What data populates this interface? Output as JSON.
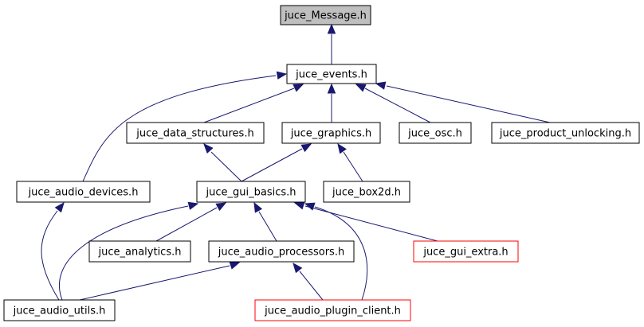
{
  "colors": {
    "edge": "#191970",
    "default_border": "#000000",
    "highlight_border": "#ff0000",
    "root_fill": "#bfbfbf",
    "node_fill": "#ffffff"
  },
  "nodes": {
    "juce_message": {
      "label": "juce_Message.h",
      "kind": "root"
    },
    "juce_events": {
      "label": "juce_events.h",
      "kind": "normal"
    },
    "juce_data_structures": {
      "label": "juce_data_structures.h",
      "kind": "normal"
    },
    "juce_graphics": {
      "label": "juce_graphics.h",
      "kind": "normal"
    },
    "juce_osc": {
      "label": "juce_osc.h",
      "kind": "normal"
    },
    "juce_product_unlocking": {
      "label": "juce_product_unlocking.h",
      "kind": "normal"
    },
    "juce_audio_devices": {
      "label": "juce_audio_devices.h",
      "kind": "normal"
    },
    "juce_gui_basics": {
      "label": "juce_gui_basics.h",
      "kind": "normal"
    },
    "juce_box2d": {
      "label": "juce_box2d.h",
      "kind": "normal"
    },
    "juce_analytics": {
      "label": "juce_analytics.h",
      "kind": "normal"
    },
    "juce_audio_processors": {
      "label": "juce_audio_processors.h",
      "kind": "normal"
    },
    "juce_gui_extra": {
      "label": "juce_gui_extra.h",
      "kind": "highlighted"
    },
    "juce_audio_utils": {
      "label": "juce_audio_utils.h",
      "kind": "normal"
    },
    "juce_audio_plugin_client": {
      "label": "juce_audio_plugin_client.h",
      "kind": "highlighted"
    }
  },
  "edges": [
    {
      "from": "juce_events",
      "to": "juce_message"
    },
    {
      "from": "juce_data_structures",
      "to": "juce_events"
    },
    {
      "from": "juce_graphics",
      "to": "juce_events"
    },
    {
      "from": "juce_osc",
      "to": "juce_events"
    },
    {
      "from": "juce_product_unlocking",
      "to": "juce_events"
    },
    {
      "from": "juce_audio_devices",
      "to": "juce_events"
    },
    {
      "from": "juce_gui_basics",
      "to": "juce_data_structures"
    },
    {
      "from": "juce_gui_basics",
      "to": "juce_graphics"
    },
    {
      "from": "juce_box2d",
      "to": "juce_graphics"
    },
    {
      "from": "juce_analytics",
      "to": "juce_gui_basics"
    },
    {
      "from": "juce_audio_processors",
      "to": "juce_gui_basics"
    },
    {
      "from": "juce_gui_extra",
      "to": "juce_gui_basics"
    },
    {
      "from": "juce_audio_utils",
      "to": "juce_gui_basics"
    },
    {
      "from": "juce_audio_plugin_client",
      "to": "juce_gui_basics"
    },
    {
      "from": "juce_audio_utils",
      "to": "juce_audio_devices"
    },
    {
      "from": "juce_audio_utils",
      "to": "juce_audio_processors"
    },
    {
      "from": "juce_audio_plugin_client",
      "to": "juce_audio_processors"
    }
  ]
}
